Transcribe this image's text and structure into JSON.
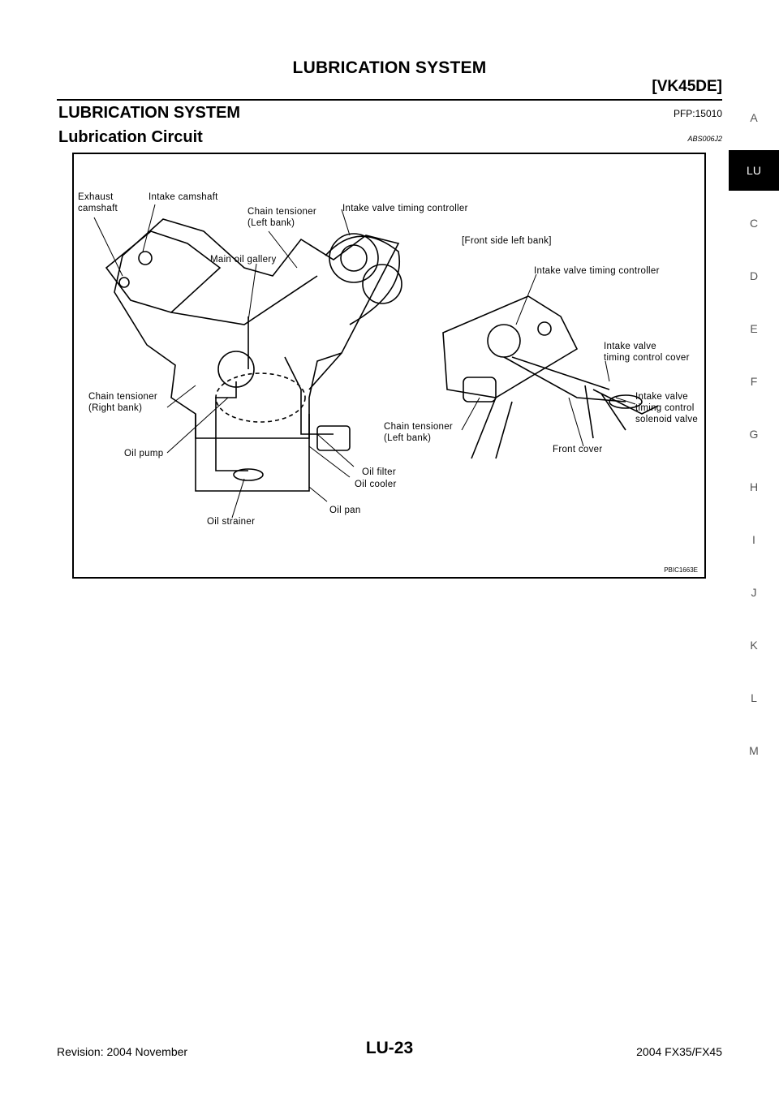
{
  "header": {
    "title": "LUBRICATION SYSTEM",
    "engine": "[VK45DE]"
  },
  "section": {
    "title": "LUBRICATION SYSTEM",
    "code": "PFP:15010"
  },
  "subsection": {
    "title": "Lubrication Circuit",
    "code": "ABS006J2"
  },
  "figure": {
    "id": "PBIC1663E",
    "labels": {
      "exhaust_camshaft": "Exhaust\ncamshaft",
      "intake_camshaft": "Intake camshaft",
      "chain_tensioner_left_top": "Chain tensioner\n(Left bank)",
      "intake_valve_timing_controller_top": "Intake valve timing controller",
      "main_oil_gallery": "Main oil gallery",
      "front_side_left_bank": "[Front  side  left bank]",
      "intake_valve_timing_controller": "Intake valve timing controller",
      "intake_valve_timing_control_cover": "Intake valve\ntiming control cover",
      "intake_valve_solenoid": "Intake valve\ntiming control\nsolenoid valve",
      "chain_tensioner_right": "Chain tensioner\n(Right bank)",
      "chain_tensioner_left_bottom": "Chain tensioner\n(Left bank)",
      "front_cover": "Front cover",
      "oil_pump": "Oil pump",
      "oil_filter": "Oil filter",
      "oil_cooler": "Oil cooler",
      "oil_pan": "Oil pan",
      "oil_strainer": "Oil strainer"
    }
  },
  "side_tabs": [
    "A",
    "LU",
    "C",
    "D",
    "E",
    "F",
    "G",
    "H",
    "I",
    "J",
    "K",
    "L",
    "M"
  ],
  "active_tab": "LU",
  "footer": {
    "revision": "Revision: 2004 November",
    "page": "LU-23",
    "model": "2004 FX35/FX45"
  }
}
